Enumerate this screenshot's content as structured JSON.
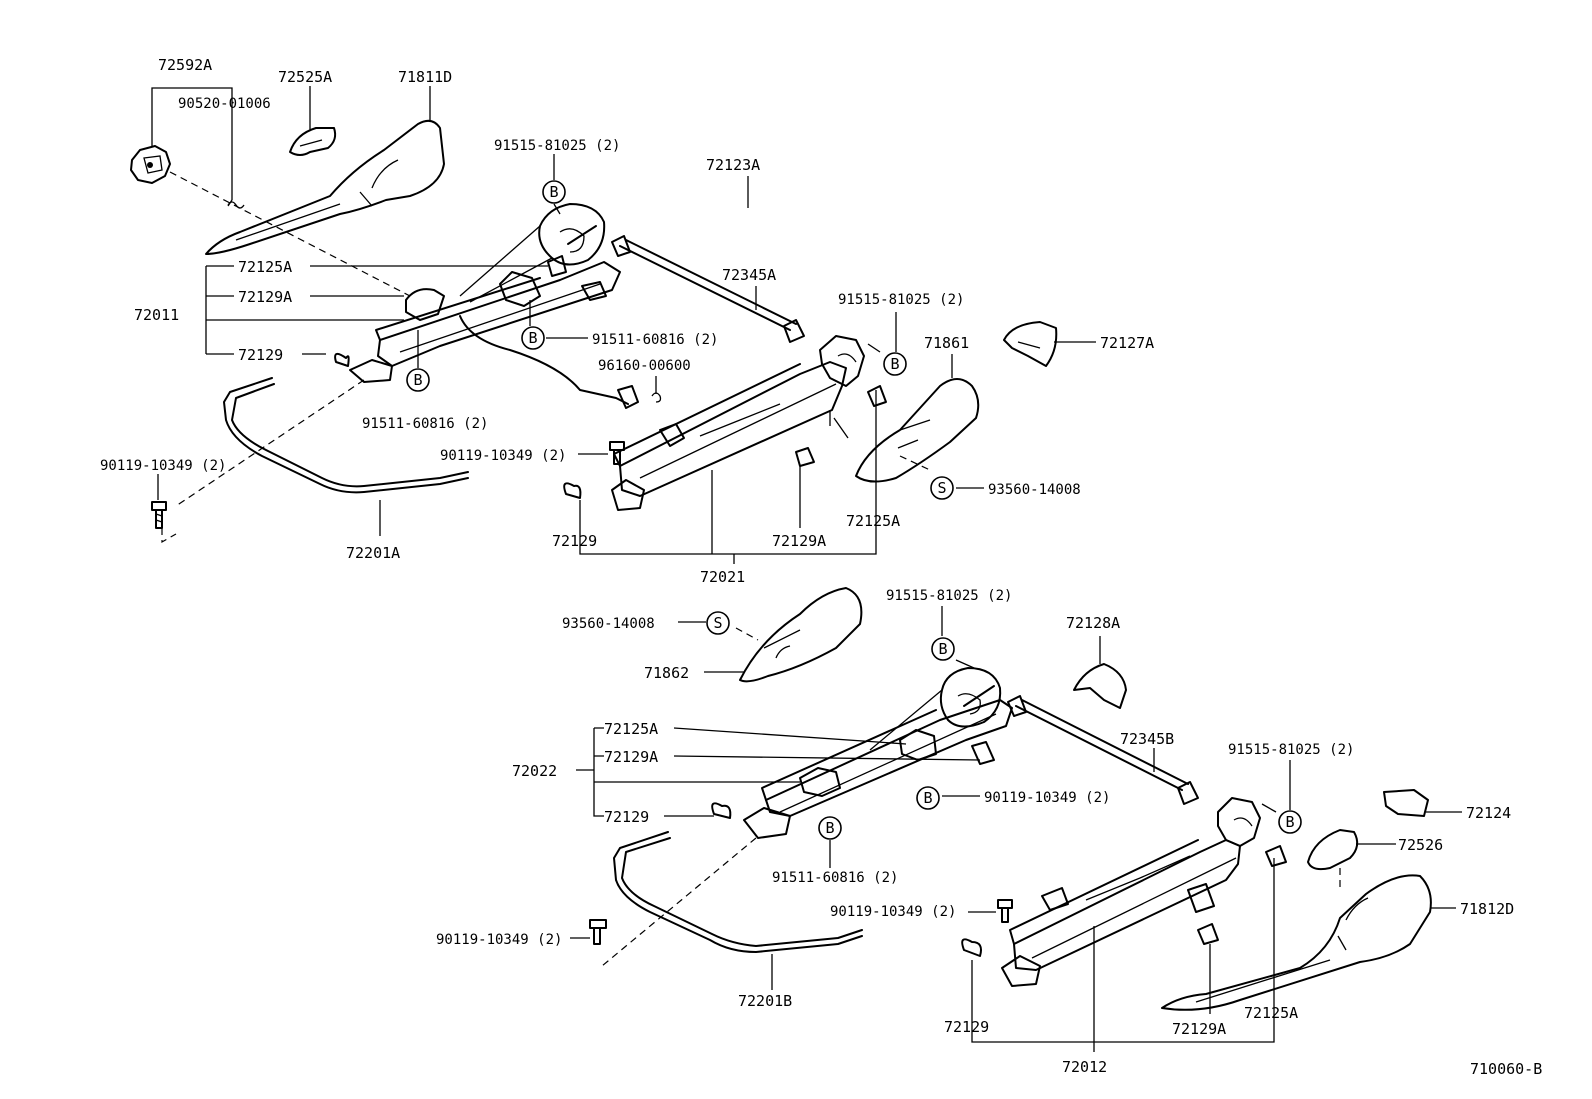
{
  "diagram": {
    "code": "710060-B",
    "symbols": {
      "bolt": "B",
      "screw": "S"
    },
    "labels": {
      "p72592A": "72592A",
      "p90520": "90520-01006",
      "p72525A": "72525A",
      "p71811D": "71811D",
      "p91515_a": "91515-81025 (2)",
      "p72123A": "72123A",
      "p72125A_a": "72125A",
      "p72129A_a": "72129A",
      "p72011": "72011",
      "p72129_a": "72129",
      "p72345A": "72345A",
      "p91511_a": "91511-60816 (2)",
      "p91515_b": "91515-81025 (2)",
      "p71861": "71861",
      "p72127A": "72127A",
      "p96160": "96160-00600",
      "p91511_b": "91511-60816 (2)",
      "p90119_a": "90119-10349 (2)",
      "p90119_b": "90119-10349 (2)",
      "p93560_a": "93560-14008",
      "p72125A_b": "72125A",
      "p72129_b": "72129",
      "p72129A_b": "72129A",
      "p72021": "72021",
      "p72201A": "72201A",
      "p91515_c": "91515-81025 (2)",
      "p93560_b": "93560-14008",
      "p72128A": "72128A",
      "p71862": "71862",
      "p72125A_c": "72125A",
      "p72129A_c": "72129A",
      "p72022": "72022",
      "p72345B": "72345B",
      "p91515_d": "91515-81025 (2)",
      "p90119_c": "90119-10349 (2)",
      "p72129_c": "72129",
      "p72124": "72124",
      "p72526": "72526",
      "p91511_c": "91511-60816 (2)",
      "p90119_d": "90119-10349 (2)",
      "p71812D": "71812D",
      "p90119_e": "90119-10349 (2)",
      "p72201B": "72201B",
      "p72129_d": "72129",
      "p72129A_d": "72129A",
      "p72125A_d": "72125A",
      "p72012": "72012"
    }
  }
}
